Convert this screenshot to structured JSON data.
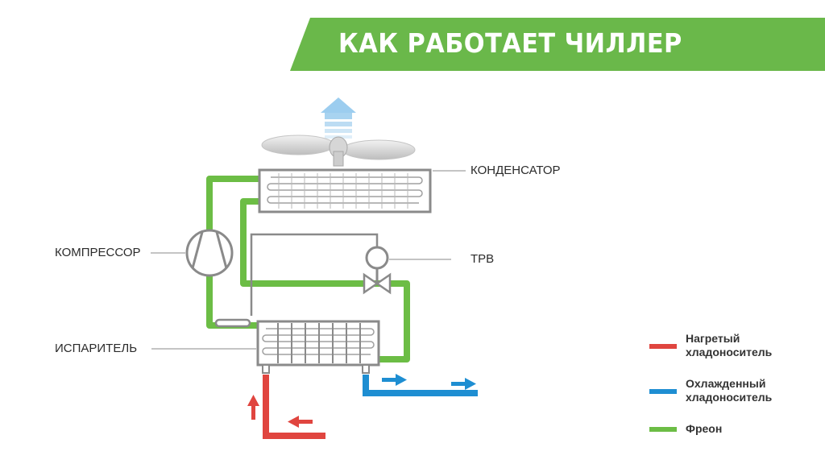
{
  "title": "КАК РАБОТАЕТ ЧИЛЛЕР",
  "colors": {
    "banner": "#6ab84a",
    "freon": "#6cbd45",
    "heated": "#e0453f",
    "cooled": "#1e8ed2",
    "equipment": "#8a8a8a",
    "airflow": "#a8d3f0"
  },
  "labels": {
    "condenser": "КОНДЕНСАТОР",
    "compressor": "КОМПРЕССОР",
    "trv": "ТРВ",
    "evaporator": "ИСПАРИТЕЛЬ"
  },
  "legend": {
    "heated_line1": "Нагретый",
    "heated_line2": "хладоноситель",
    "cooled_line1": "Охлажденный",
    "cooled_line2": "хладоноситель",
    "freon": "Фреон"
  },
  "icons": [
    "fan-icon",
    "airflow-arrow-icon",
    "compressor-icon",
    "expansion-valve-icon",
    "flow-arrow-icon"
  ]
}
